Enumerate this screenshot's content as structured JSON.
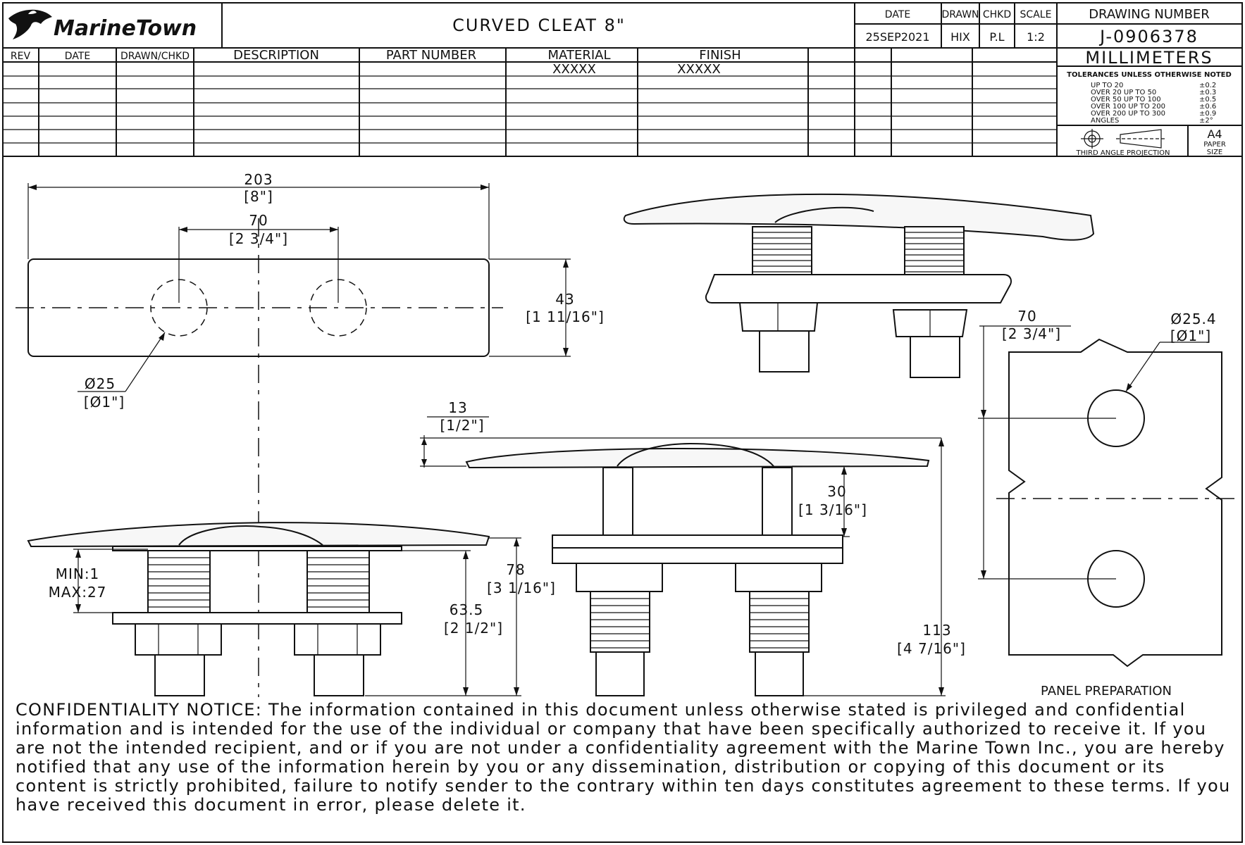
{
  "title_block": {
    "company": "MarineTown",
    "title": "CURVED CLEAT 8\"",
    "headers": {
      "date": "DATE",
      "drawn": "DRAWN",
      "chkd": "CHKD",
      "scale": "SCALE",
      "drawing_number": "DRAWING NUMBER"
    },
    "values": {
      "date": "25SEP2021",
      "drawn": "HIX",
      "chkd": "P.L",
      "scale": "1:2",
      "drawing_number": "J-0906378"
    },
    "revision_headers": [
      "REV",
      "DATE",
      "DRAWN/CHKD",
      "DESCRIPTION",
      "PART NUMBER",
      "MATERIAL",
      "FINISH"
    ],
    "material_value": "XXXXX",
    "finish_value": "XXXXX",
    "units": "MILLIMETERS",
    "tolerances_title": "TOLERANCES UNLESS OTHERWISE NOTED",
    "tolerances": [
      {
        "range": "UP TO 20",
        "value": "±0.2"
      },
      {
        "range": "OVER 20 UP TO 50",
        "value": "±0.3"
      },
      {
        "range": "OVER 50 UP TO 100",
        "value": "±0.5"
      },
      {
        "range": "OVER 100 UP TO 200",
        "value": "±0.6"
      },
      {
        "range": "OVER 200 UP TO 300",
        "value": "±0.9"
      },
      {
        "range": "ANGLES",
        "value": "±2°"
      }
    ],
    "projection": "THIRD ANGLE PROJECTION",
    "paper": "A4",
    "paper_label_1": "PAPER",
    "paper_label_2": "SIZE"
  },
  "dimensions": {
    "overall_length": {
      "mm": "203",
      "in": "[8\"]"
    },
    "hole_spacing": {
      "mm": "70",
      "in": "[2 3/4\"]"
    },
    "base_width": {
      "mm": "43",
      "in": "[1 11/16\"]"
    },
    "hole_dia": {
      "mm": "Ø25",
      "in": "[Ø1\"]"
    },
    "deck_min": "MIN:1",
    "deck_max": "MAX:27",
    "stud_height": {
      "mm": "63.5",
      "in": "[2 1/2\"]"
    },
    "total_height": {
      "mm": "78",
      "in": "[3 1/16\"]"
    },
    "horn_thickness": {
      "mm": "13",
      "in": "[1/2\"]"
    },
    "clearance": {
      "mm": "30",
      "in": "[1 3/16\"]"
    },
    "overall_height": {
      "mm": "113",
      "in": "[4 7/16\"]"
    },
    "panel_spacing": {
      "mm": "70",
      "in": "[2 3/4\"]"
    },
    "panel_hole_dia": {
      "mm": "Ø25.4",
      "in": "[Ø1\"]"
    }
  },
  "panel_label": "PANEL PREPARATION",
  "notice": "CONFIDENTIALITY NOTICE: The information contained in this document unless otherwise stated is privileged and confidential information and is intended for the use of the individual or company that have been specifically authorized to receive it. If you are not the intended recipient, and or if you are not under a confidentiality agreement with the Marine Town Inc., you are hereby notified that any use of the information herein by you or any dissemination, distribution or copying of this document or its content is strictly prohibited, failure to notify sender to the contrary within ten days constitutes agreement to these terms. If you have received this document in error, please delete it."
}
